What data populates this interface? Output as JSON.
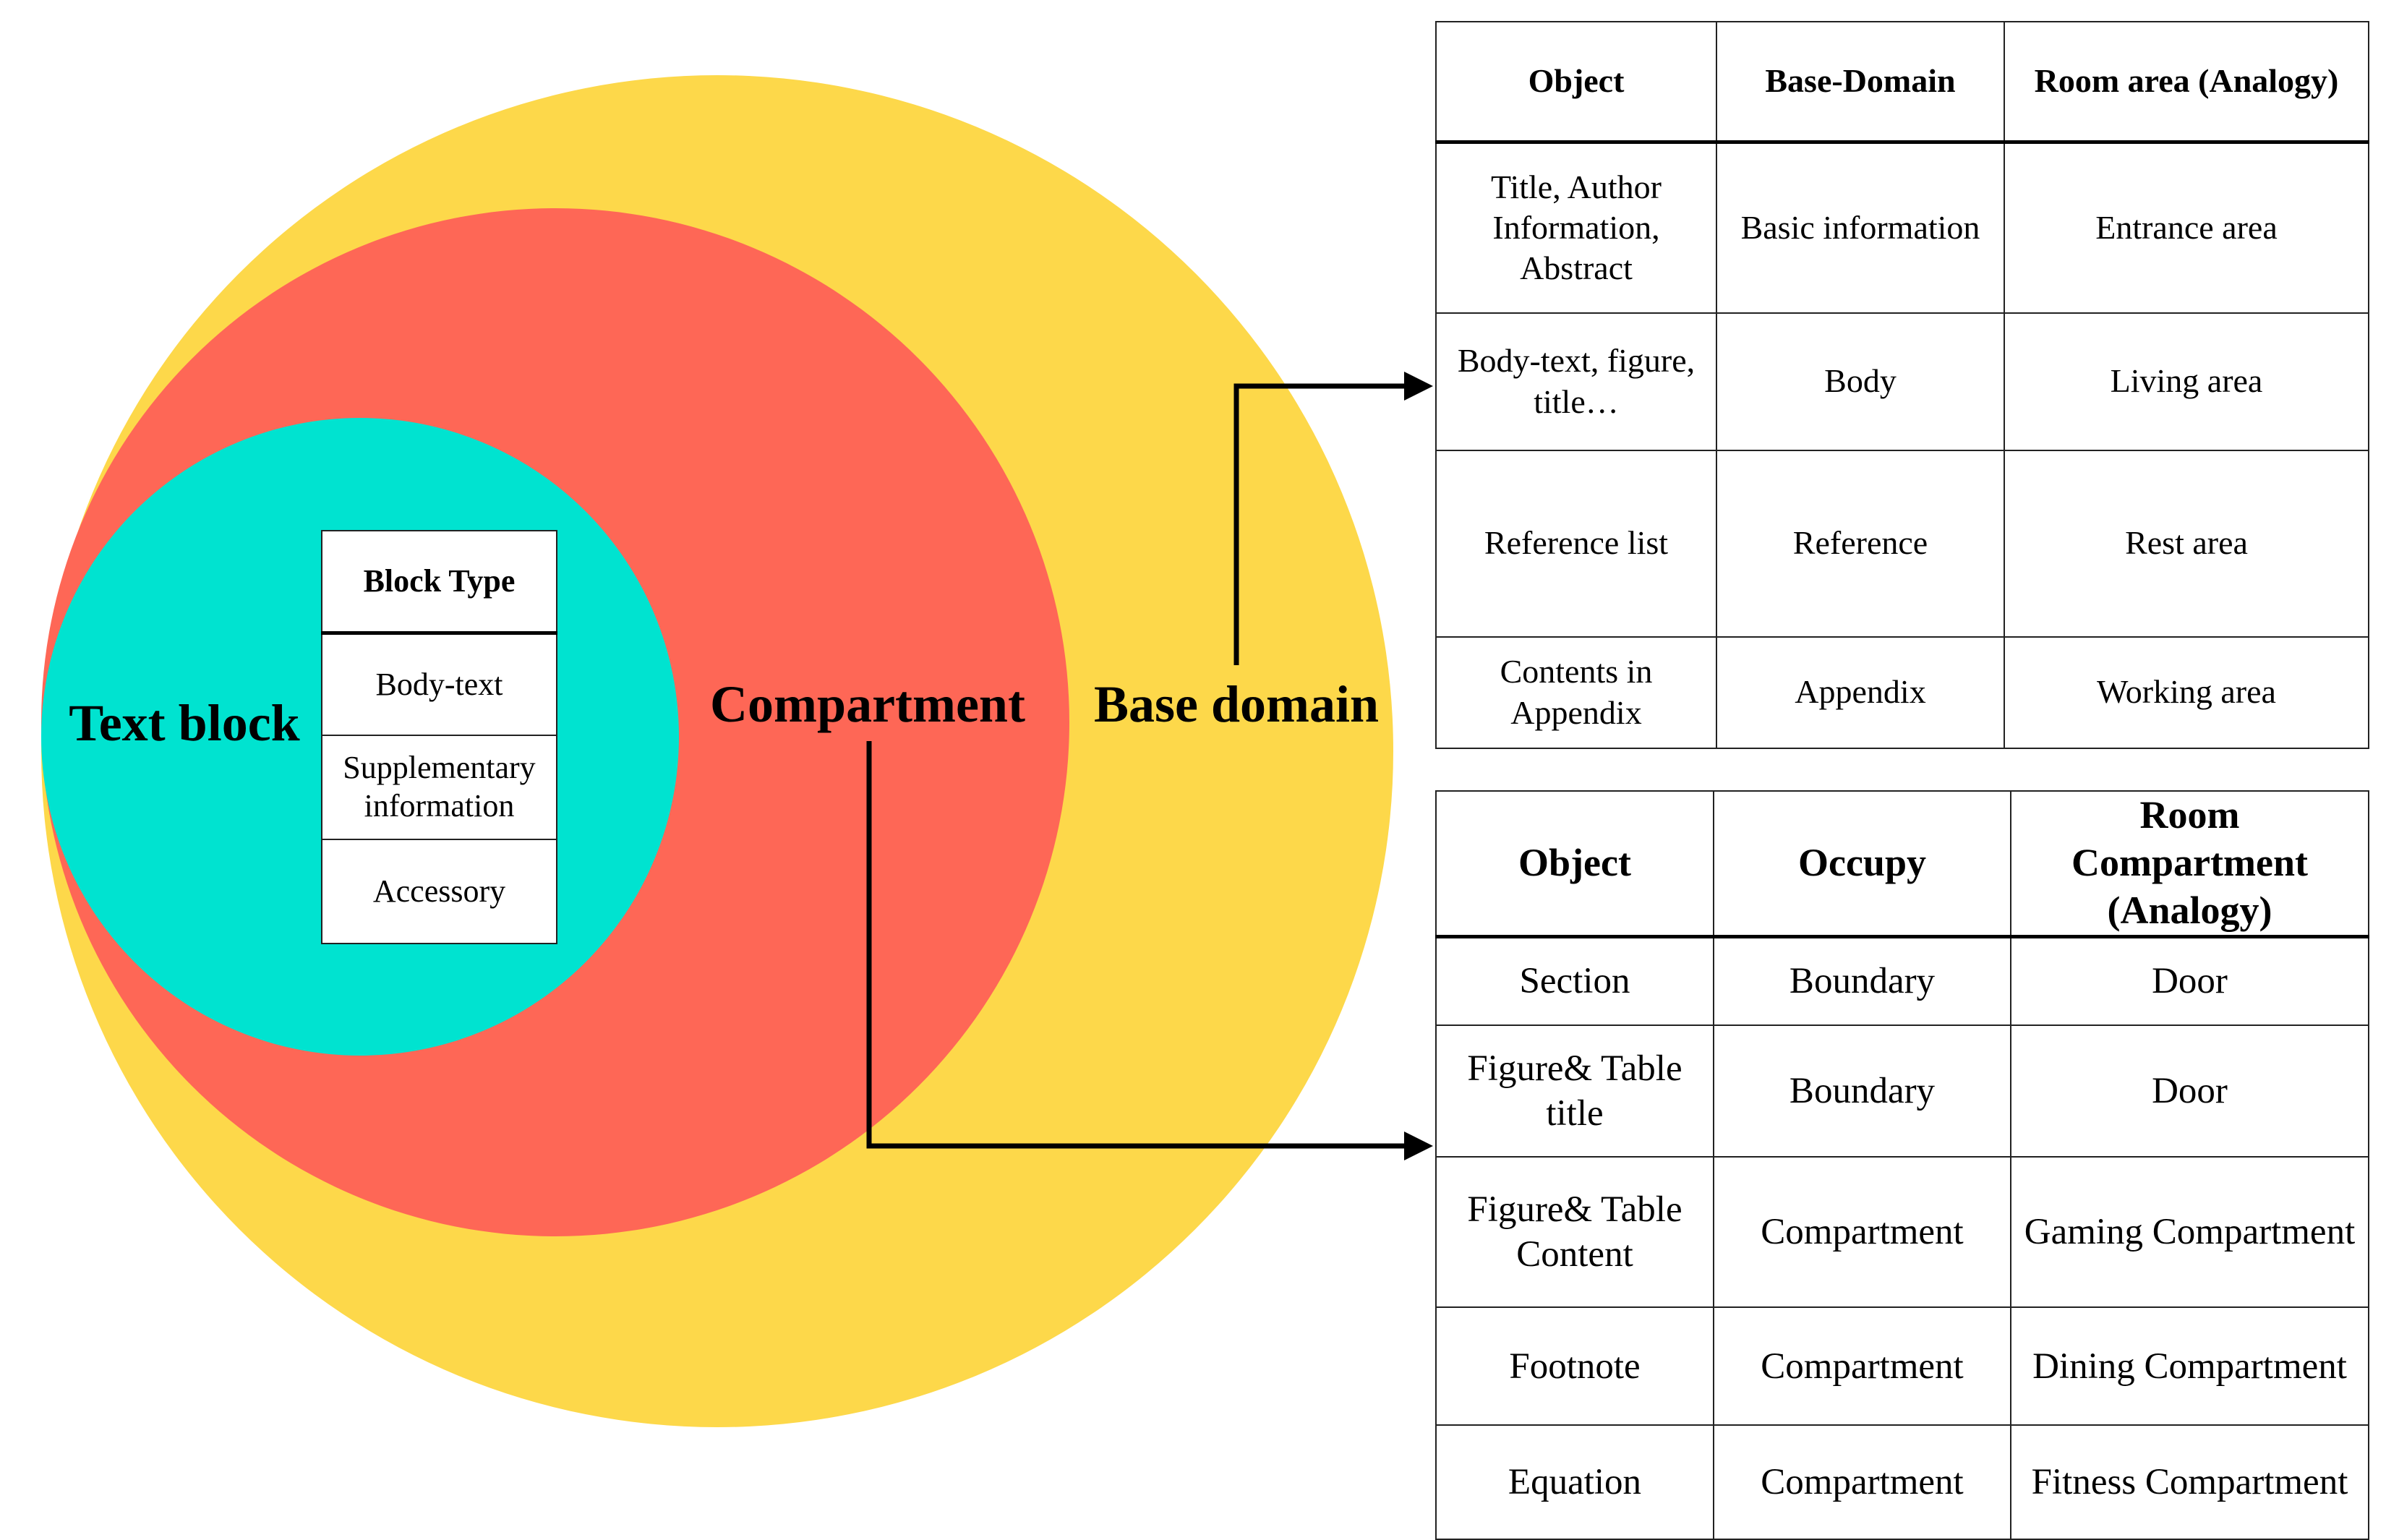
{
  "colors": {
    "base_domain": "#FDD84A",
    "compartment": "#FE6756",
    "text_block": "#00E3D0"
  },
  "circles": {
    "text_block_label": "Text block",
    "compartment_label": "Compartment",
    "base_domain_label": "Base domain"
  },
  "block_type_table": {
    "header": "Block Type",
    "rows": [
      "Body-text",
      "Supplementary information",
      "Accessory"
    ]
  },
  "base_domain_table": {
    "headers": [
      "Object",
      "Base-Domain",
      "Room area (Analogy)"
    ],
    "rows": [
      [
        "Title, Author Information, Abstract",
        "Basic information",
        "Entrance area"
      ],
      [
        "Body-text, figure, title…",
        "Body",
        "Living area"
      ],
      [
        "Reference list",
        "Reference",
        "Rest area"
      ],
      [
        "Contents in Appendix",
        "Appendix",
        "Working area"
      ]
    ]
  },
  "compartment_table": {
    "headers": [
      "Object",
      "Occupy",
      "Room Compartment (Analogy)"
    ],
    "rows": [
      [
        "Section",
        "Boundary",
        "Door"
      ],
      [
        "Figure& Table title",
        "Boundary",
        "Door"
      ],
      [
        "Figure& Table Content",
        "Compartment",
        "Gaming Compartment"
      ],
      [
        "Footnote",
        "Compartment",
        "Dining Compartment"
      ],
      [
        "Equation",
        "Compartment",
        "Fitness Compartment"
      ]
    ]
  }
}
